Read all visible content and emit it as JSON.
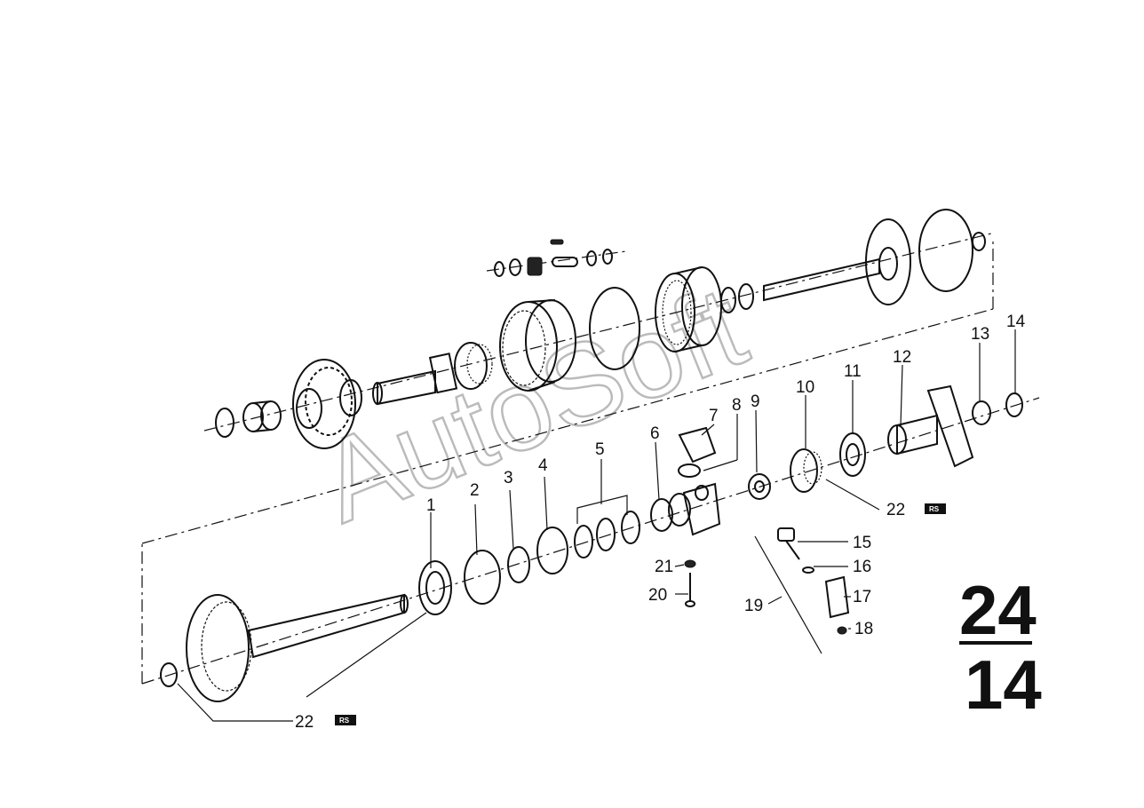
{
  "watermark": "AutoSoft",
  "page_number": {
    "top": "24",
    "bottom": "14"
  },
  "callouts": [
    {
      "id": "c1",
      "label": "1"
    },
    {
      "id": "c2",
      "label": "2"
    },
    {
      "id": "c3",
      "label": "3"
    },
    {
      "id": "c4",
      "label": "4"
    },
    {
      "id": "c5",
      "label": "5"
    },
    {
      "id": "c6",
      "label": "6"
    },
    {
      "id": "c7",
      "label": "7"
    },
    {
      "id": "c8",
      "label": "8"
    },
    {
      "id": "c9",
      "label": "9"
    },
    {
      "id": "c10",
      "label": "10"
    },
    {
      "id": "c11",
      "label": "11"
    },
    {
      "id": "c12",
      "label": "12"
    },
    {
      "id": "c13",
      "label": "13"
    },
    {
      "id": "c14",
      "label": "14"
    },
    {
      "id": "c15",
      "label": "15"
    },
    {
      "id": "c16",
      "label": "16"
    },
    {
      "id": "c17",
      "label": "17"
    },
    {
      "id": "c18",
      "label": "18"
    },
    {
      "id": "c19",
      "label": "19"
    },
    {
      "id": "c20",
      "label": "20"
    },
    {
      "id": "c21",
      "label": "21"
    },
    {
      "id": "c22a",
      "label": "22"
    },
    {
      "id": "c22b",
      "label": "22"
    }
  ],
  "badges": {
    "rs_label": "RS"
  },
  "colors": {
    "ink": "#111111",
    "watermark": "#bbbbbb",
    "background": "#ffffff"
  }
}
